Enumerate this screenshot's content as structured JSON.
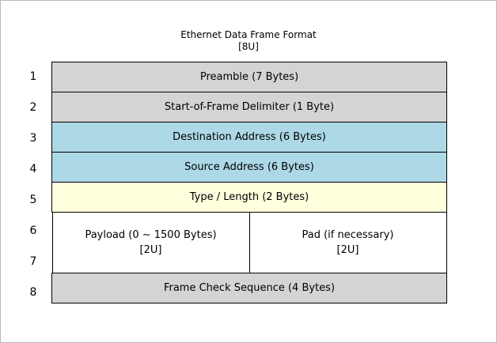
{
  "title": "Ethernet Data Frame Format",
  "subtitle": "[8U]",
  "row_numbers": [
    "1",
    "2",
    "3",
    "4",
    "5",
    "6",
    "7",
    "8"
  ],
  "colors": {
    "gray": "#d4d4d4",
    "blue": "#add8e6",
    "yellow": "#ffffdd",
    "white": "#ffffff",
    "border": "#000000"
  },
  "rows": [
    {
      "label": "Preamble (7 Bytes)",
      "color": "#d4d4d4"
    },
    {
      "label": "Start-of-Frame Delimiter (1 Byte)",
      "color": "#d4d4d4"
    },
    {
      "label": "Destination Address (6 Bytes)",
      "color": "#add8e6"
    },
    {
      "label": "Source Address (6 Bytes)",
      "color": "#add8e6"
    },
    {
      "label": "Type / Length (2 Bytes)",
      "color": "#ffffdd"
    }
  ],
  "split_row": {
    "color": "#ffffff",
    "left": {
      "label": "Payload (0 ~ 1500 Bytes)",
      "sub": "[2U]"
    },
    "right": {
      "label": "Pad (if necessary)",
      "sub": "[2U]"
    }
  },
  "fcs_row": {
    "label": "Frame Check Sequence (4 Bytes)",
    "color": "#d4d4d4"
  }
}
